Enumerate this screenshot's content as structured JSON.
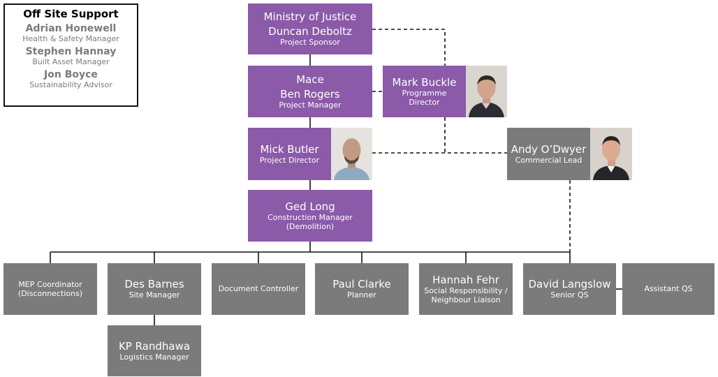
{
  "offsite": {
    "title": "Off Site Support",
    "members": [
      {
        "name": "Adrian Honewell",
        "role": "Health & Safety Manager"
      },
      {
        "name": "Stephen Hannay",
        "role": "Built Asset Manager"
      },
      {
        "name": "Jon Boyce",
        "role": "Sustainability Advisor"
      }
    ]
  },
  "sponsor": {
    "org": "Ministry of Justice",
    "name": "Duncan Deboltz",
    "role": "Project Sponsor"
  },
  "pm": {
    "org": "Mace",
    "name": "Ben Rogers",
    "role": "Project Manager"
  },
  "programme": {
    "name": "Mark Buckle",
    "role_line1": "Programme",
    "role_line2": "Director"
  },
  "project_director": {
    "name": "Mick Butler",
    "role": "Project Director"
  },
  "commercial": {
    "name": "Andy O’Dwyer",
    "role": "Commercial Lead"
  },
  "construction": {
    "name": "Ged Long",
    "role_line1": "Construction Manager",
    "role_line2": "(Demolition)"
  },
  "team": {
    "mep": {
      "line1": "MEP Coordinator",
      "line2": "(Disconnections)"
    },
    "site": {
      "name": "Des Barnes",
      "role": "Site Manager"
    },
    "document": {
      "role": "Document Controller"
    },
    "planner": {
      "name": "Paul Clarke",
      "role": "Planner"
    },
    "social": {
      "name": "Hannah Fehr",
      "role_line1": "Social Responsibility /",
      "role_line2": "Neighbour Liaison"
    },
    "senior_qs": {
      "name": "David Langslow",
      "role": "Senior QS"
    },
    "assistant_qs": {
      "role": "Assistant QS"
    },
    "logistics": {
      "name": "KP Randhawa",
      "role": "Logistics Manager"
    }
  },
  "colors": {
    "purple": "#8b5aa8",
    "grey": "#7b7b7b",
    "line": "#111111"
  }
}
